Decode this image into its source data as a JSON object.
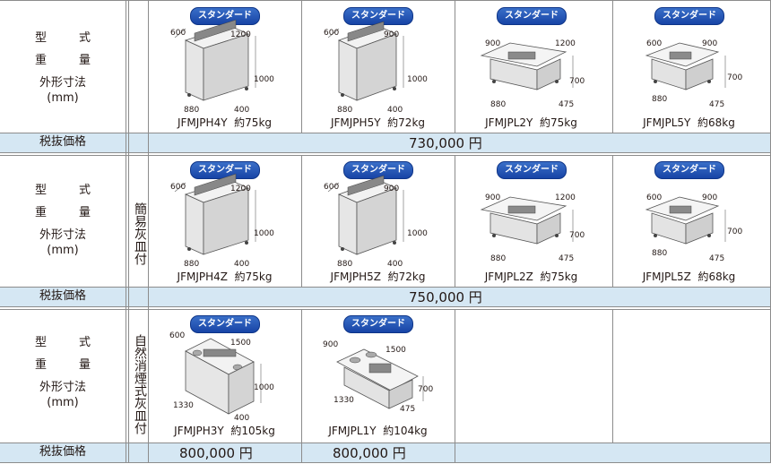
{
  "labels": {
    "type": [
      "型",
      "式"
    ],
    "weight": [
      "重",
      "量"
    ],
    "dims": "外形寸法",
    "mm": "(mm)",
    "price": "税抜価格"
  },
  "badge": "スタンダード",
  "sections": [
    {
      "side": "",
      "price": "730,000 円",
      "products": [
        {
          "model": "JFMJPH4Y",
          "weight": "約75kg",
          "d1": "600",
          "d2": "1200",
          "h": "1000",
          "w1": "880",
          "w2": "400"
        },
        {
          "model": "JFMJPH5Y",
          "weight": "約72kg",
          "d1": "600",
          "d2": "900",
          "h": "1000",
          "w1": "880",
          "w2": "400"
        },
        {
          "model": "JFMJPL2Y",
          "weight": "約75kg",
          "d1": "900",
          "d2": "1200",
          "h": "700",
          "w1": "880",
          "w2": "475"
        },
        {
          "model": "JFMJPL5Y",
          "weight": "約68kg",
          "d1": "600",
          "d2": "900",
          "h": "700",
          "w1": "880",
          "w2": "475"
        }
      ]
    },
    {
      "side": "簡易灰皿付",
      "price": "750,000 円",
      "products": [
        {
          "model": "JFMJPH4Z",
          "weight": "約75kg",
          "d1": "600",
          "d2": "1200",
          "h": "1000",
          "w1": "880",
          "w2": "400"
        },
        {
          "model": "JFMJPH5Z",
          "weight": "約72kg",
          "d1": "600",
          "d2": "900",
          "h": "1000",
          "w1": "880",
          "w2": "400"
        },
        {
          "model": "JFMJPL2Z",
          "weight": "約75kg",
          "d1": "900",
          "d2": "1200",
          "h": "700",
          "w1": "880",
          "w2": "475"
        },
        {
          "model": "JFMJPL5Z",
          "weight": "約68kg",
          "d1": "600",
          "d2": "900",
          "h": "700",
          "w1": "880",
          "w2": "475"
        }
      ]
    },
    {
      "side": "自然消煙式灰皿付",
      "prices": [
        "800,000 円",
        "800,000 円"
      ],
      "products": [
        {
          "model": "JFMJPH3Y",
          "weight": "約105kg",
          "d1": "600",
          "d2": "1500",
          "h": "1000",
          "w1": "1330",
          "w2": "400"
        },
        {
          "model": "JFMJPL1Y",
          "weight": "約104kg",
          "d1": "900",
          "d2": "1500",
          "h": "700",
          "w1": "1330",
          "w2": "475"
        }
      ]
    }
  ],
  "colors": {
    "badge": "#1f4fb0",
    "price_band": "#d5e7f3",
    "grid": "#8c8c8c"
  }
}
